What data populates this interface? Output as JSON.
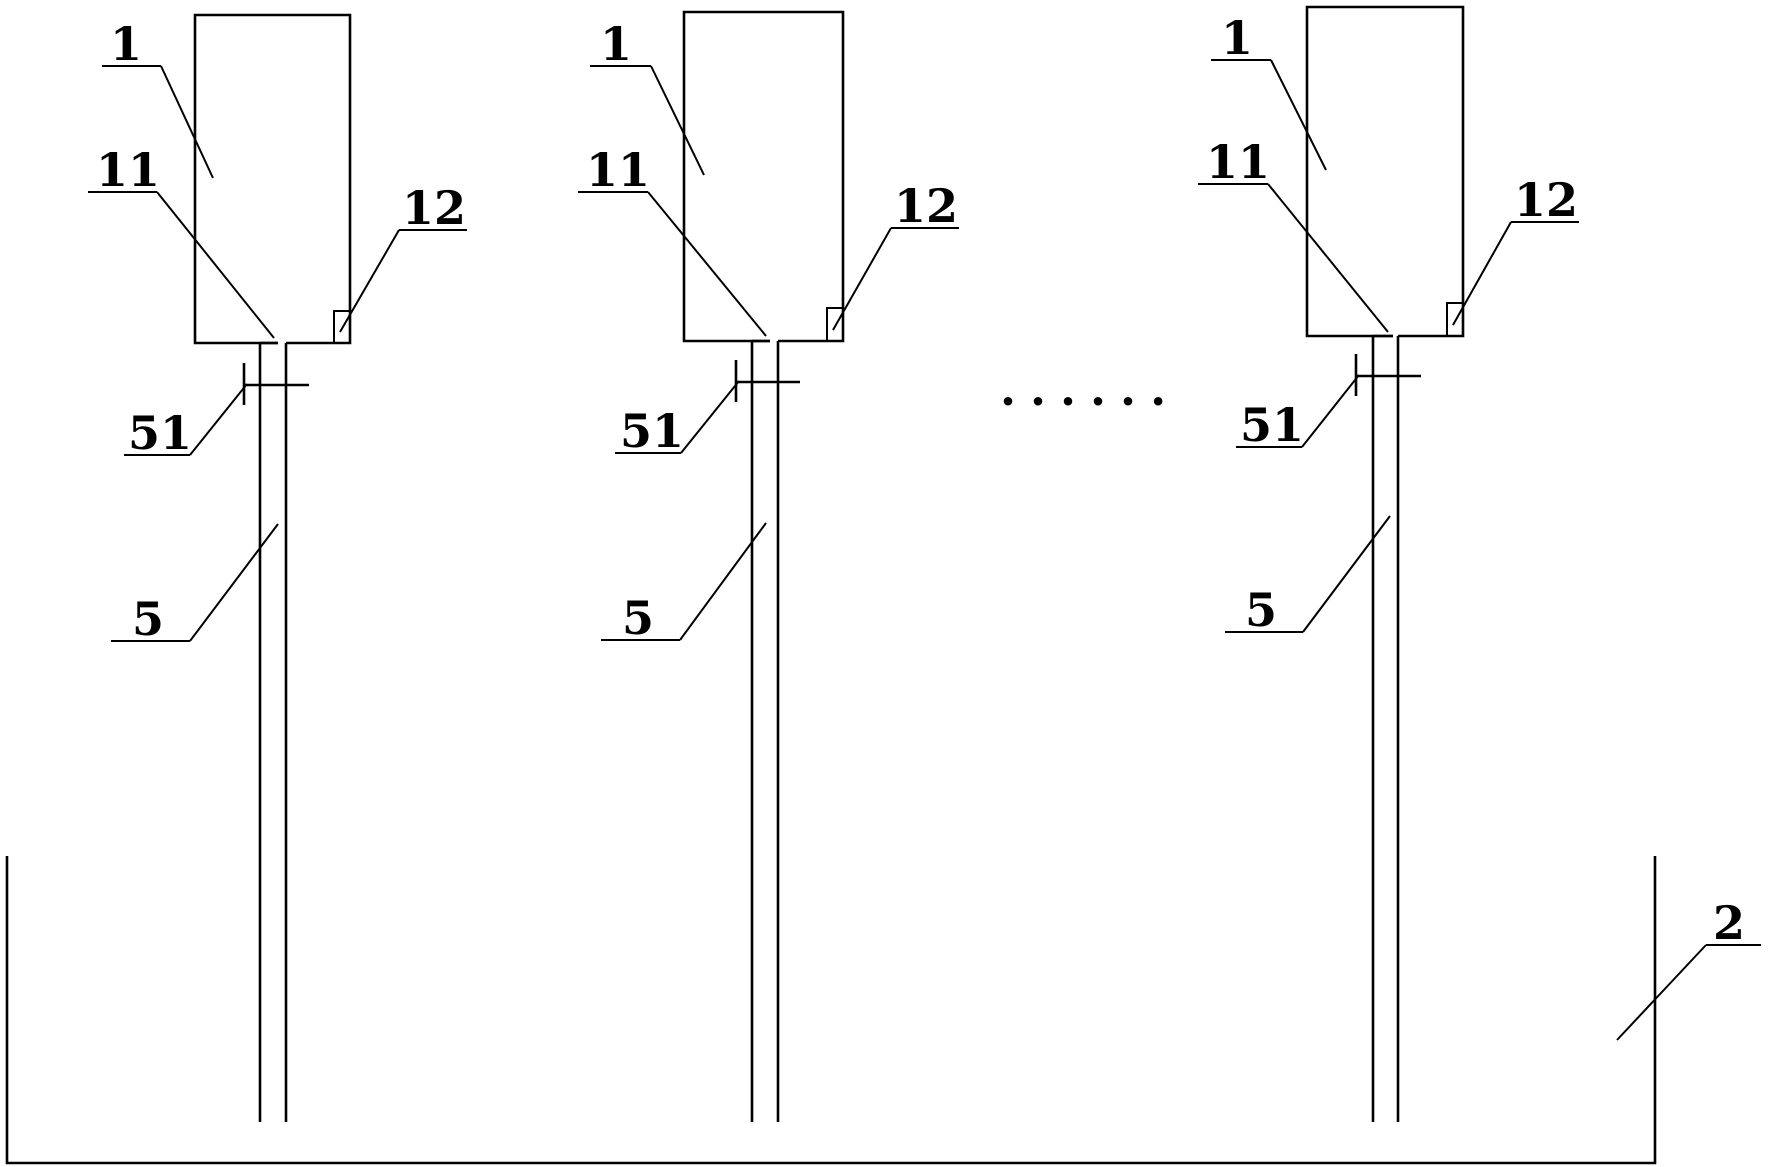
{
  "units": [
    {
      "labels": {
        "container": "1",
        "outlet": "11",
        "sensor": "12",
        "valve": "51",
        "pipe": "5"
      }
    },
    {
      "labels": {
        "container": "1",
        "outlet": "11",
        "sensor": "12",
        "valve": "51",
        "pipe": "5"
      }
    },
    {
      "labels": {
        "container": "1",
        "outlet": "11",
        "sensor": "12",
        "valve": "51",
        "pipe": "5"
      }
    }
  ],
  "ellipsis": "......",
  "tank": {
    "label": "2"
  }
}
